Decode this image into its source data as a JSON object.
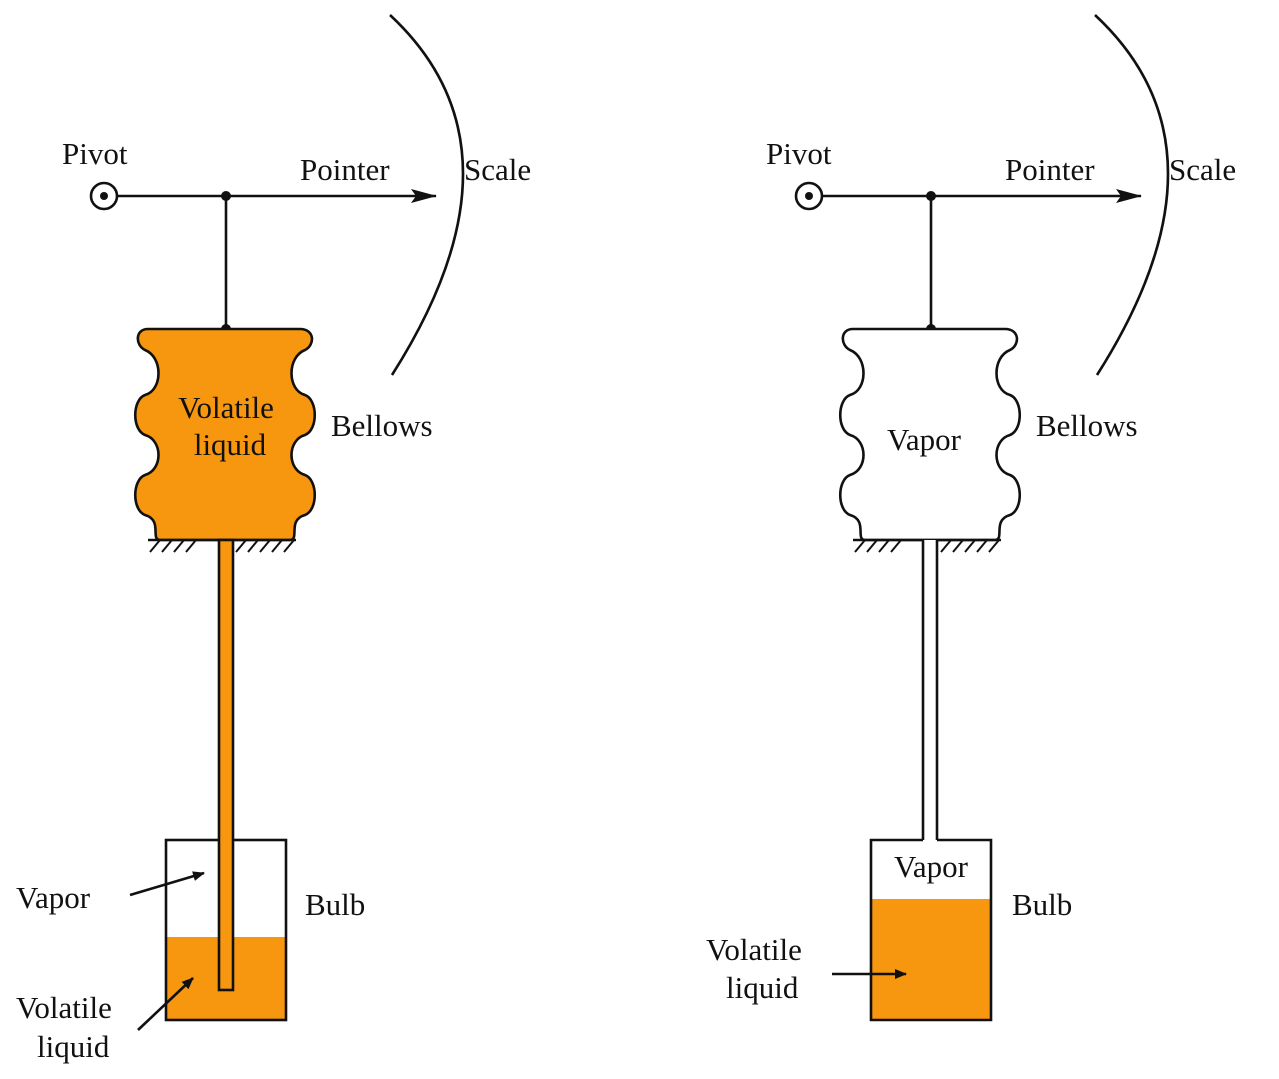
{
  "colors": {
    "liquid": "#f7960f",
    "line": "#111111",
    "background": "#ffffff"
  },
  "left": {
    "pivot": "Pivot",
    "pointer": "Pointer",
    "scale": "Scale",
    "bellows_content_line1": "Volatile",
    "bellows_content_line2": "liquid",
    "bellows": "Bellows",
    "bulb": "Bulb",
    "vapor": "Vapor",
    "liquid_line1": "Volatile",
    "liquid_line2": "liquid"
  },
  "right": {
    "pivot": "Pivot",
    "pointer": "Pointer",
    "scale": "Scale",
    "bellows_content": "Vapor",
    "bellows": "Bellows",
    "bulb": "Bulb",
    "vapor": "Vapor",
    "liquid_line1": "Volatile",
    "liquid_line2": "liquid"
  }
}
